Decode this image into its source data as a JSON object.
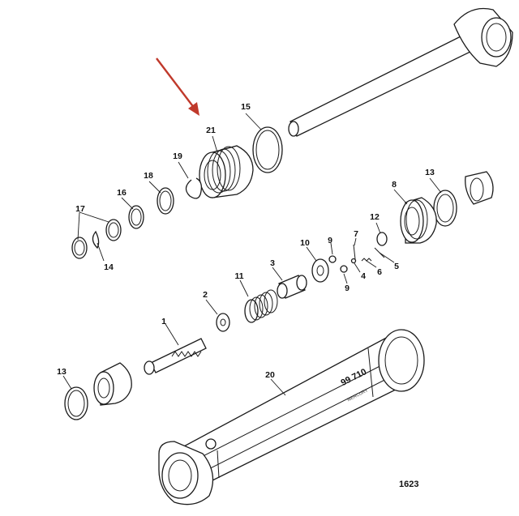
{
  "callouts": {
    "c1": "1",
    "c2": "2",
    "c3": "3",
    "c4": "4",
    "c5": "5",
    "c6": "6",
    "c7": "7",
    "c8": "8",
    "c9a": "9",
    "c9b": "9",
    "c10": "10",
    "c11": "11",
    "c12": "12",
    "c13a": "13",
    "c13b": "13",
    "c14": "14",
    "c15": "15",
    "c16": "16",
    "c17": "17",
    "c18": "18",
    "c19": "19",
    "c20": "20",
    "c21": "21"
  },
  "figure_number": "1623",
  "tube_marks": {
    "part_no": "99 710",
    "brand": "MERCURY"
  },
  "colors": {
    "line": "#1a1a1a",
    "arrow": "#c0392b",
    "background": "#ffffff"
  }
}
